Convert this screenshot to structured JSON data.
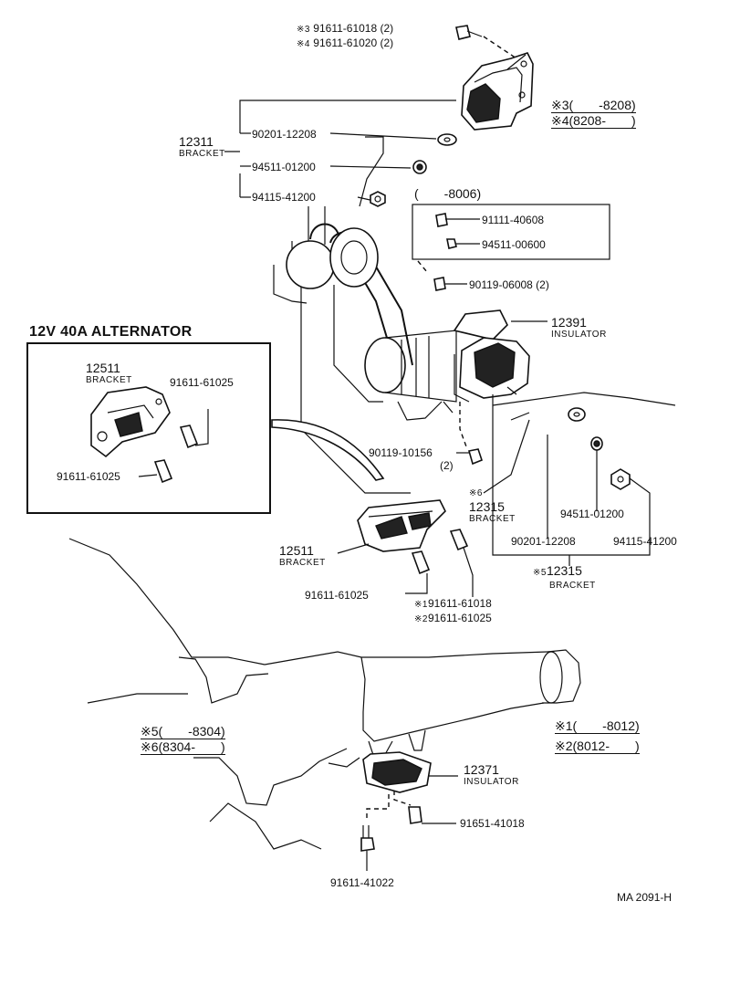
{
  "diagram": {
    "top_bolt": {
      "line1_mark": "※3",
      "line1_part": "91611-61018 (2)",
      "line2_mark": "※4",
      "line2_part": "91611-61020 (2)"
    },
    "legend_top": {
      "row1": "※3(　　-8208)",
      "row2": "※4(8208-　　)"
    },
    "bracket_12311": {
      "number": "12311",
      "name": "BRACKET"
    },
    "washer_90201_a": "90201-12208",
    "washer_94511_a": "94511-01200",
    "nut_94115_a": "94115-41200",
    "box_header": "(　　-8006)",
    "bolt_91111": "91111-40608",
    "washer_94511_b": "94511-00600",
    "bolt_90119_a": "90119-06008 (2)",
    "insulator_12391": {
      "number": "12391",
      "name": "INSULATOR"
    },
    "alternator_title": "12V 40A ALTERNATOR",
    "alt_bracket": {
      "number": "12511",
      "name": "BRACKET"
    },
    "alt_bolt_a": "91611-61025",
    "alt_bolt_b": "91611-61025",
    "bolt_90119_b": {
      "part": "90119-10156",
      "qty": "(2)"
    },
    "bracket_12315_a": {
      "mark": "※6",
      "number": "12315",
      "name": "BRACKET"
    },
    "washer_94511_c": "94511-01200",
    "washer_90201_b": "90201-12208",
    "nut_94115_b": "94115-41200",
    "bracket_12315_b": {
      "mark": "※5",
      "number": "12315",
      "name": "BRACKET"
    },
    "bracket_12511": {
      "number": "12511",
      "name": "BRACKET"
    },
    "bolt_91611_61025": "91611-61025",
    "bolt_pair": {
      "line1_mark": "※1",
      "line1_part": "91611-61018",
      "line2_mark": "※2",
      "line2_part": "91611-61025"
    },
    "legend_left": {
      "row1": "※5(　　-8304)",
      "row2": "※6(8304-　　)"
    },
    "legend_right": {
      "row1": "※1(　　-8012)",
      "row2": "※2(8012-　　)"
    },
    "insulator_12371": {
      "number": "12371",
      "name": "INSULATOR"
    },
    "bolt_91651": "91651-41018",
    "bolt_91611_41022": "91611-41022",
    "drawing_code": "MA 2091-H"
  }
}
